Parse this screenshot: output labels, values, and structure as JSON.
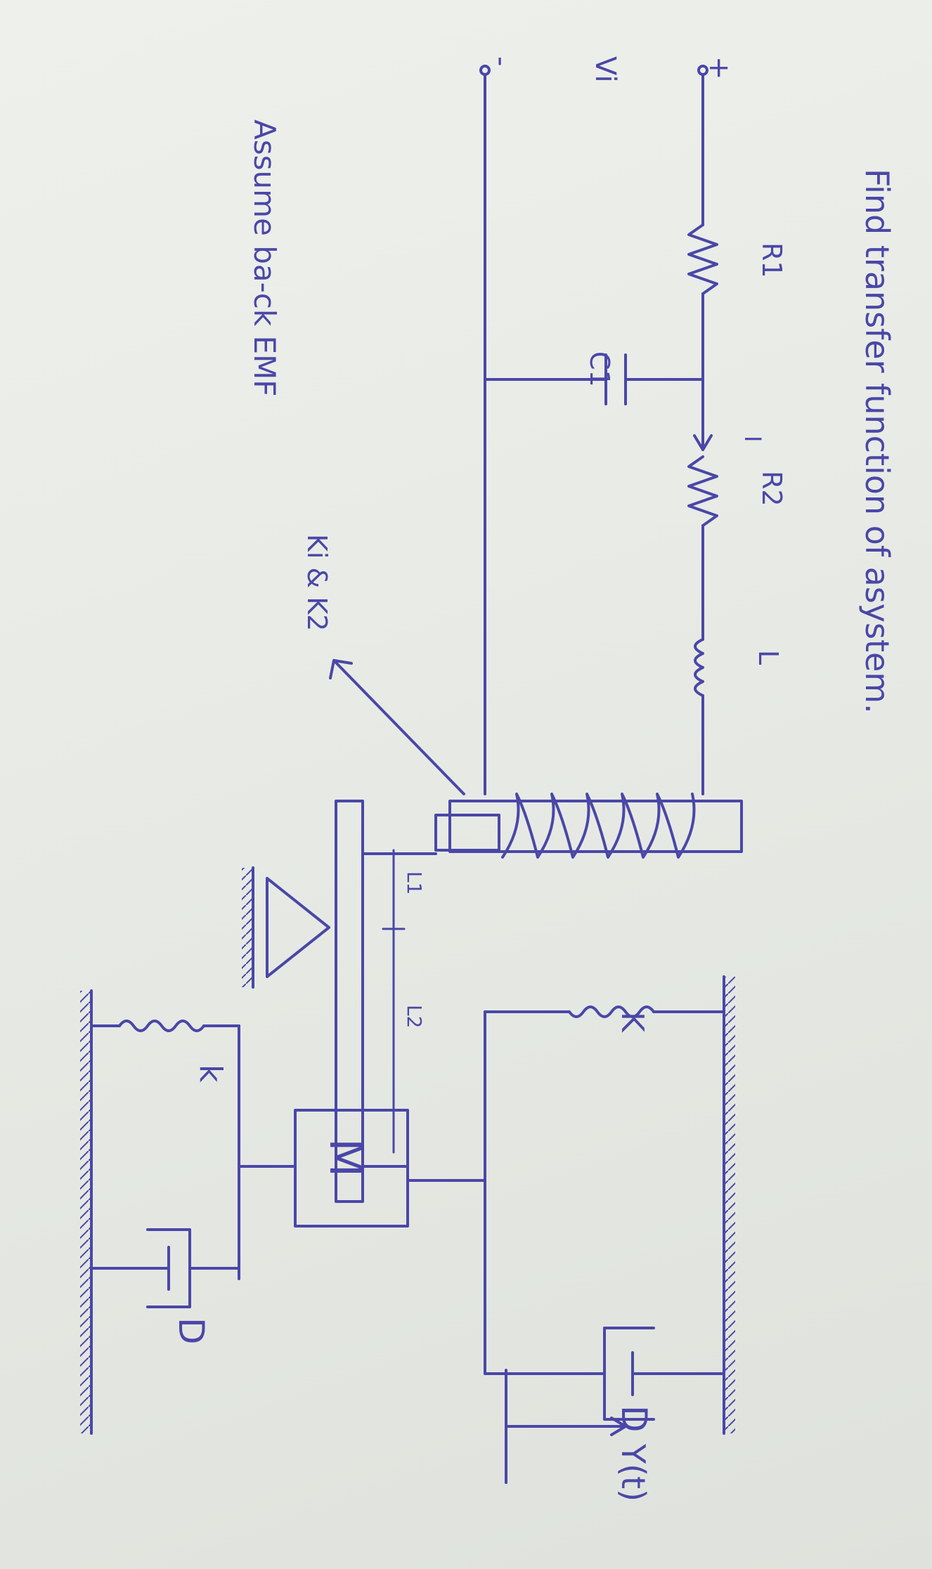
{
  "title": "Find transfer function of asystem.",
  "note": "Assume ba-ck EMF",
  "circuit": {
    "plus": "+",
    "minus": "-",
    "input": "Vi",
    "r1": "R1",
    "r2": "R2",
    "c1": "C1",
    "current": "I",
    "inductor": "L"
  },
  "coil_constants": "Ki & K2",
  "lever": {
    "l1": "L1",
    "l2": "L2"
  },
  "mass": "M",
  "upper_spring": "K",
  "upper_damper": "D",
  "lower_spring": "k",
  "lower_damper": "D",
  "output": "Y(t)",
  "ink_color": "#4a47a8"
}
